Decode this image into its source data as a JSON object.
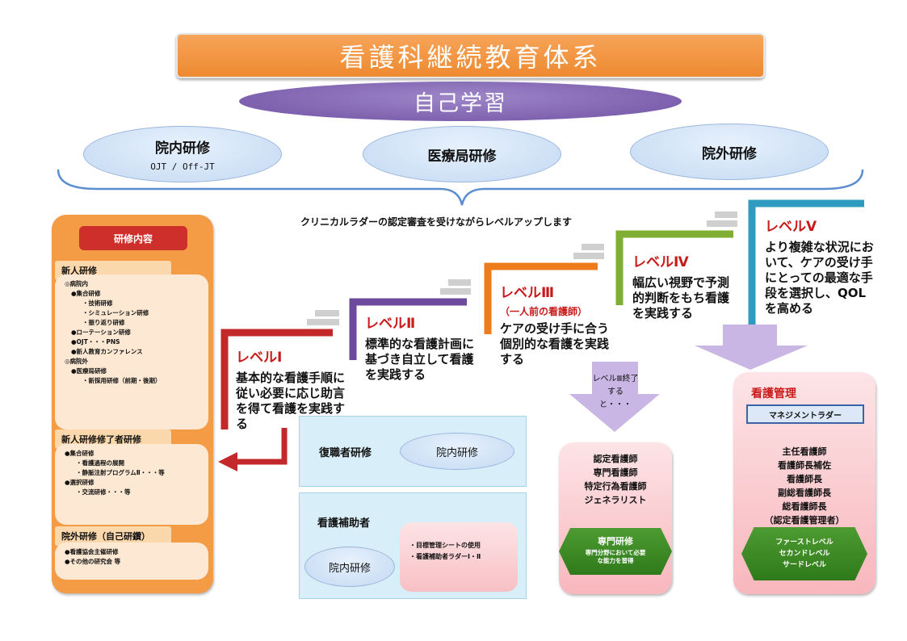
{
  "title": "看護科継続教育体系",
  "self_study": "自己学習",
  "training": {
    "in_hospital": {
      "label": "院内研修",
      "sub": "OJT  / Off-JT"
    },
    "medical_bureau": {
      "label": "医療局研修"
    },
    "external": {
      "label": "院外研修"
    }
  },
  "ladder_message": "クリニカルラダーの認定審査を受けながらレベルアップします",
  "left_panel": {
    "header": "研修内容",
    "new_staff": {
      "title": "新人研修",
      "items": [
        "◎病院内",
        "●集合研修",
        "・技術研修",
        "・シミュレーション研修",
        "・振り返り研修",
        "●ローテーション研修",
        "●OJT・・・PNS",
        "●新人教育カンファレンス",
        "◎病院外",
        "●医療局研修",
        "・新採用研修（前期・後期）"
      ]
    },
    "completed": {
      "title": "新人研修修了者研修",
      "items": [
        "●集合研修",
        "・看護過程の展開",
        "・静脈注射プログラムⅡ・・・等",
        "●選択研修",
        "・交流研修・・・等"
      ]
    },
    "external": {
      "title": "院外研修（自己研鑽）",
      "items": [
        "●看護協会主催研修",
        "●その他の研究会  等"
      ]
    }
  },
  "levels": [
    {
      "name": "レベルⅠ",
      "text": "基本的な看護手順に従い必要に応じ助言を得て看護を実践する",
      "color": "#c3282a"
    },
    {
      "name": "レベルⅡ",
      "text": "標準的な看護計画に基づき自立して看護を実践する",
      "color": "#6e4a9e"
    },
    {
      "name": "レベルⅢ",
      "sub": "（一人前の看護師）",
      "text": "ケアの受け手に合う個別的な看護を実践する",
      "color": "#ee7c1c"
    },
    {
      "name": "レベルⅣ",
      "text": "幅広い視野で予測的判断をもち看護を実践する",
      "color": "#7fae32"
    },
    {
      "name": "レベルⅤ",
      "text": "より複雑な状況において、ケアの受け手にとっての最適な手段を選択し、QOLを高める",
      "color": "#2f9bc0"
    }
  ],
  "returnee": {
    "label": "復職者研修",
    "oval": "院内研修"
  },
  "assistant": {
    "label": "看護補助者",
    "oval": "院内研修",
    "items": [
      "・目標管理シートの使用",
      "・看護補助者ラダーⅠ・Ⅱ"
    ]
  },
  "level3_arrow": "レベルⅢ終了すると・・・",
  "specialist": {
    "roles": [
      "認定看護師",
      "専門看護師",
      "特定行為看護師",
      "ジェネラリスト"
    ],
    "hex_title": "専門研修",
    "hex_sub": "専門分野において必要な能力を習得"
  },
  "management": {
    "title": "看護管理",
    "ladder": "マネジメントラダー",
    "roles": [
      "主任看護師",
      "看護師長補佐",
      "看護師長",
      "副総看護師長",
      "総看護師長",
      "（認定看護管理者）"
    ],
    "hex_items": [
      "ファーストレベル",
      "セカンドレベル",
      "サードレベル"
    ]
  }
}
